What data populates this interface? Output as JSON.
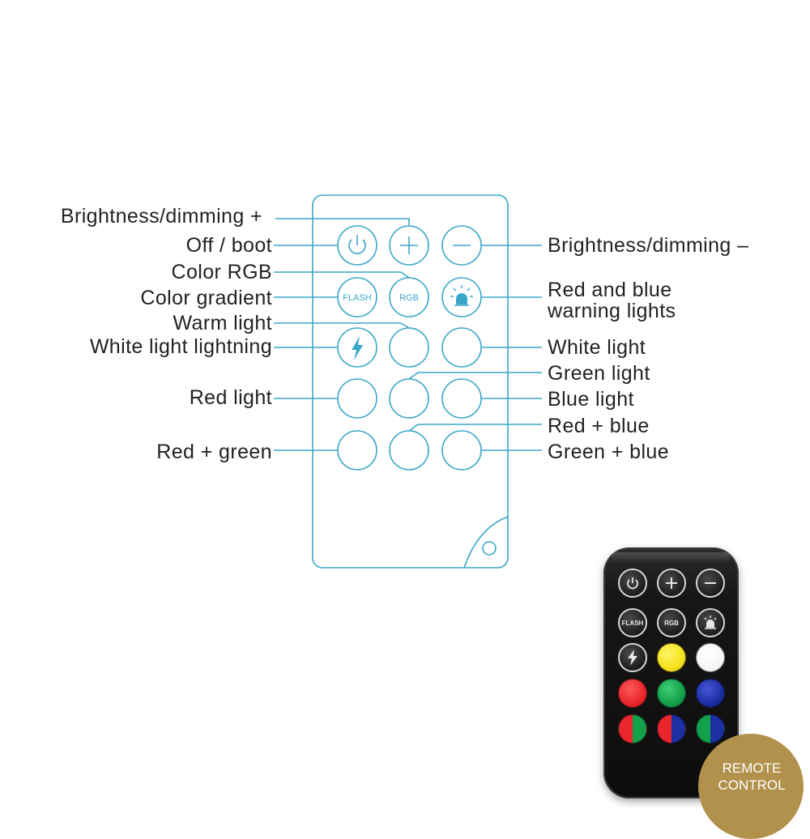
{
  "labels": {
    "brightness_plus": "Brightness/dimming +",
    "off_boot": "Off / boot",
    "color_rgb": "Color RGB",
    "color_gradient": "Color gradient",
    "warm_light": "Warm light",
    "white_light_lightning": "White light lightning",
    "red_light": "Red light",
    "red_green": "Red + green",
    "brightness_minus": "Brightness/dimming –",
    "red_blue_warning_line1": "Red and blue",
    "red_blue_warning_line2": "warning lights",
    "white_light": "White light",
    "green_light": "Green light",
    "blue_light": "Blue light",
    "red_blue": "Red + blue",
    "green_blue": "Green + blue"
  },
  "buttons": {
    "flash": "FLASH",
    "rgb": "RGB"
  },
  "badge": {
    "line1": "REMOTE",
    "line2": "CONTROL"
  },
  "colors": {
    "outline": "#3aa7c9",
    "leader": "#3aa7c9",
    "badge": "#b1914b",
    "yellow": "#f6e21b",
    "white": "#ffffff",
    "red": "#e8262b",
    "green": "#13a04a",
    "blue": "#1c2fa3"
  },
  "icons": [
    "power-icon",
    "plus-icon",
    "minus-icon",
    "siren-icon",
    "lightning-icon"
  ]
}
